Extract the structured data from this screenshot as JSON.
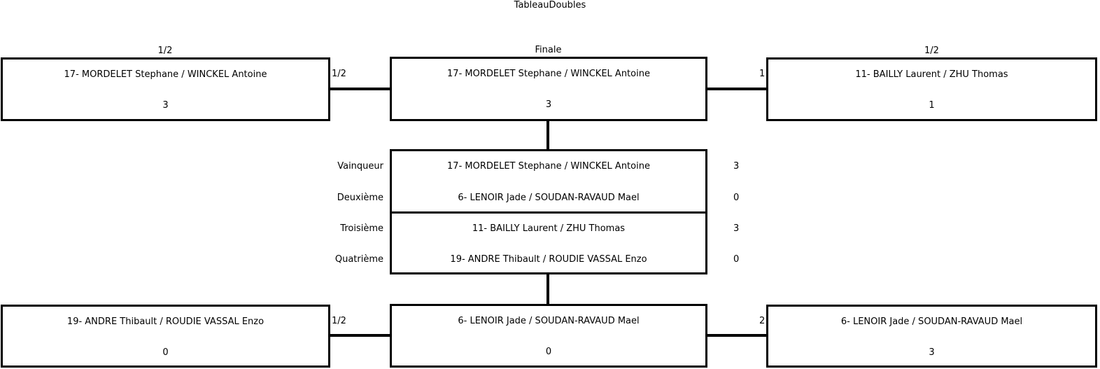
{
  "title": "TableauDoubles",
  "round_labels": {
    "left_semi": "1/2",
    "final": "Finale",
    "right_semi": "1/2"
  },
  "connector_labels": {
    "top_left": "1/2",
    "top_right": "1",
    "bottom_left": "1/2",
    "bottom_right": "2"
  },
  "matches": {
    "top_left": {
      "team": "17- MORDELET Stephane / WINCKEL Antoine",
      "score": "3"
    },
    "top_center": {
      "team": "17- MORDELET Stephane / WINCKEL Antoine",
      "score": "3"
    },
    "top_right": {
      "team": "11- BAILLY Laurent / ZHU Thomas",
      "score": "1"
    },
    "bottom_left": {
      "team": "19- ANDRE Thibault / ROUDIE VASSAL Enzo",
      "score": "0"
    },
    "bottom_center": {
      "team": "6- LENOIR Jade / SOUDAN-RAVAUD Mael",
      "score": "0"
    },
    "bottom_right": {
      "team": "6- LENOIR Jade / SOUDAN-RAVAUD Mael",
      "score": "3"
    }
  },
  "ranking": [
    {
      "label": "Vainqueur",
      "team": "17- MORDELET Stephane / WINCKEL Antoine",
      "score": "3"
    },
    {
      "label": "Deuxième",
      "team": "6- LENOIR Jade / SOUDAN-RAVAUD Mael",
      "score": "0"
    },
    {
      "label": "Troisième",
      "team": "11- BAILLY Laurent / ZHU Thomas",
      "score": "3"
    },
    {
      "label": "Quatrième",
      "team": "19- ANDRE Thibault / ROUDIE VASSAL Enzo",
      "score": "0"
    }
  ]
}
